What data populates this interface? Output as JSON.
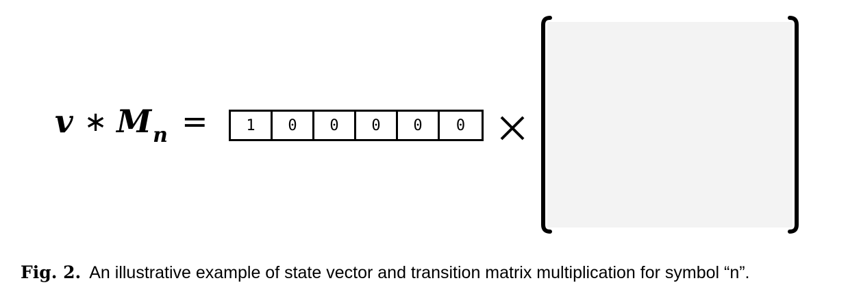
{
  "equation": {
    "vector_symbol": "v",
    "operator": "∗",
    "matrix_symbol": "M",
    "matrix_subscript": "n",
    "equals": "=",
    "times": "×"
  },
  "state_vector": [
    "1",
    "0",
    "0",
    "0",
    "0",
    "0"
  ],
  "caption": {
    "label": "Fig. 2.",
    "text": "An illustrative example of state vector and transition matrix multiplication for symbol “n”."
  },
  "colors": {
    "matrix_fill": "#f3f3f3",
    "stroke": "#000000"
  }
}
